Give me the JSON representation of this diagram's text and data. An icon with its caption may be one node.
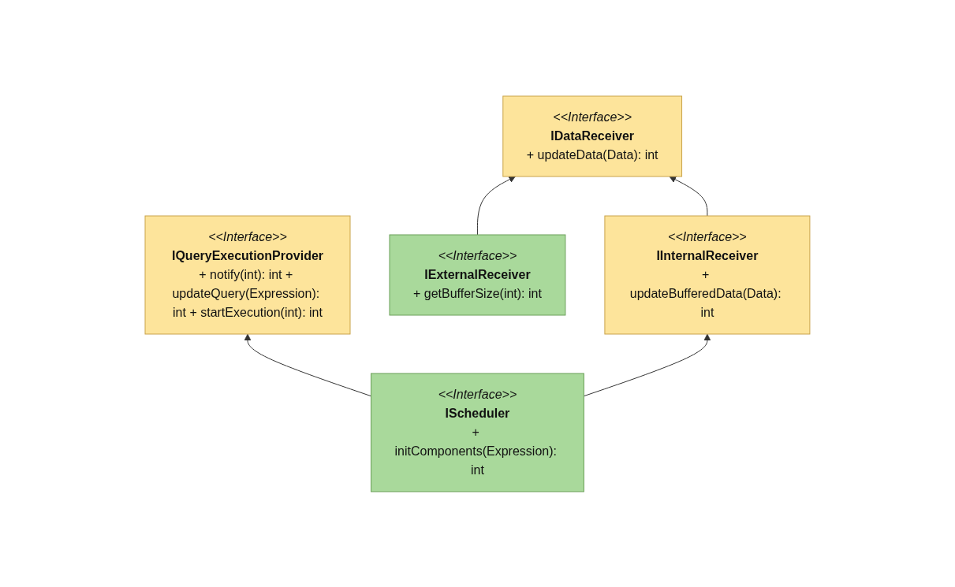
{
  "diagram": {
    "nodes": [
      {
        "text": [
          "<<Interface>>",
          "IDataReceiver",
          "+ updateData(Data): int"
        ]
      },
      {
        "text": [
          "<<Interface>>",
          "IQueryExecutionProvider",
          "+ notify(int): int + updateQuery(Expression): int + startExecution(int): int"
        ]
      },
      {
        "text": [
          "<<Interface>>",
          "IExternalReceiver",
          "+ getBufferSize(int): int"
        ]
      },
      {
        "text": [
          "<<Interface>>",
          "IInternalReceiver",
          "+ updateBufferedData(Data): int"
        ]
      },
      {
        "text": [
          "<<Interface>>",
          "IScheduler",
          "+ initComponents(Expression): int"
        ]
      }
    ],
    "edges": [
      {
        "from": 2,
        "to": 0,
        "arrow": "to"
      },
      {
        "from": 3,
        "to": 0,
        "arrow": "to"
      },
      {
        "from": 4,
        "to": 3,
        "arrow": "to"
      },
      {
        "from": 4,
        "to": 1,
        "arrow": "to"
      }
    ]
  }
}
